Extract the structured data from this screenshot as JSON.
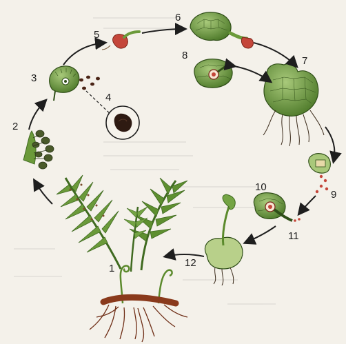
{
  "diagram": {
    "labels": {
      "n1": "1",
      "n2": "2",
      "n3": "3",
      "n4": "4",
      "n5": "5",
      "n6": "6",
      "n7": "7",
      "n8": "8",
      "n9": "9",
      "n10": "10",
      "n11": "11",
      "n12": "12"
    }
  },
  "colors": {
    "page": "#f4f1ea",
    "leaf": "#6b9a3a",
    "leaf_dark": "#3f6a20",
    "sorus": "#7a4a2a",
    "sporangium": "#5f8a34",
    "spore": "#4a2416",
    "prothallus": "#b8d08a",
    "root": "#8a3a1c",
    "archegonium_red": "#c4463a",
    "arrow": "#1e1e1e"
  }
}
